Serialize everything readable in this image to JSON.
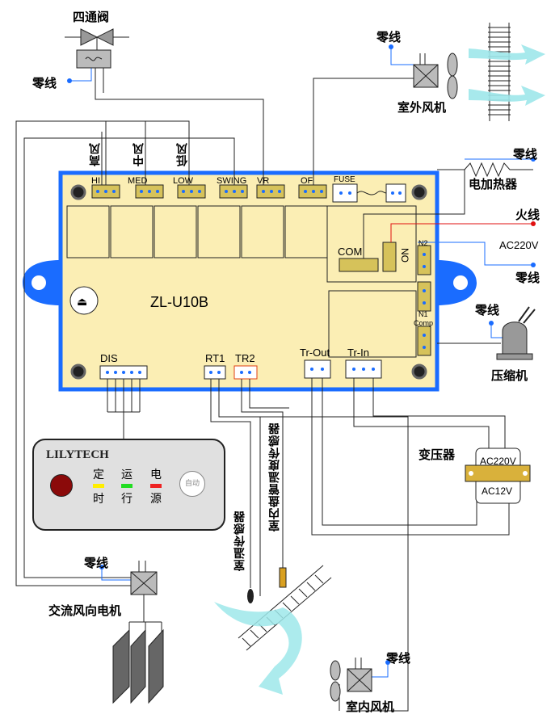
{
  "valve": {
    "label": "四通阀"
  },
  "zero": "零线",
  "outdoor_fan": {
    "label": "室外风机"
  },
  "heater": {
    "label": "电加热器"
  },
  "live": "火线",
  "ac220": "AC220V",
  "compressor": {
    "label": "压缩机"
  },
  "transformer": {
    "label": "变压器",
    "primary": "AC220V",
    "secondary": "AC12V"
  },
  "swing_motor": {
    "label": "交流风向电机"
  },
  "indoor_fan": {
    "label": "室内风机"
  },
  "sensors": {
    "room": "室温传感器",
    "coil": "室内盘管温度传感器"
  },
  "speeds": {
    "high": "高风",
    "mid": "中风",
    "low": "低风"
  },
  "board": {
    "model": "ZL-U10B",
    "terminals": [
      "HI",
      "MED",
      "LOW",
      "SWING",
      "VR",
      "OF"
    ],
    "fuse": "FUSE",
    "com": "COM",
    "no": "NO",
    "n2": "N2",
    "n1": "N1",
    "comp": "Comp",
    "dis": "DIS",
    "rt1": "RT1",
    "tr2": "TR2",
    "tr_out": "Tr-Out",
    "tr_in": "Tr-In"
  },
  "panel": {
    "brand": "LILYTECH",
    "indicators": [
      {
        "top": "定",
        "bottom": "时",
        "color": "#ffee00"
      },
      {
        "top": "运",
        "bottom": "行",
        "color": "#22dd22"
      },
      {
        "top": "电",
        "bottom": "源",
        "color": "#ee2222"
      }
    ],
    "auto": "自动"
  },
  "colors": {
    "board": "#fbeeb4",
    "border": "#1a6cff",
    "fan_arrow": "#9ee7ea",
    "live_wire": "#e01010"
  }
}
